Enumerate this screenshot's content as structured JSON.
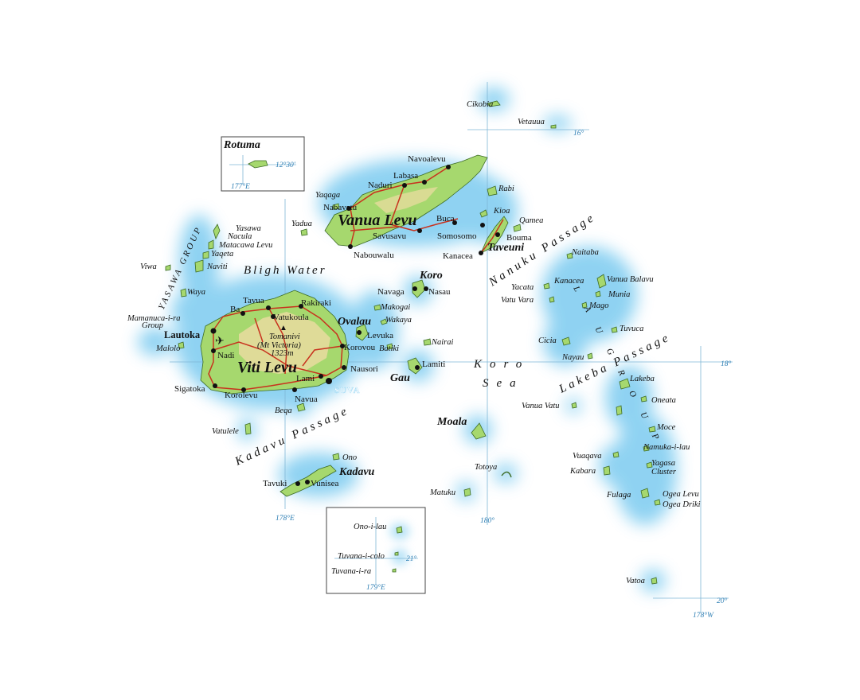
{
  "map": {
    "islands_main": {
      "viti_levu": "Viti Levu",
      "vanua_levu": "Vanua Levu",
      "taveuni": "Taveuni",
      "kadavu": "Kadavu",
      "koro": "Koro",
      "ovalau": "Ovalau",
      "gau": "Gau",
      "moala": "Moala"
    },
    "islands_small": {
      "cikobia": "Cikobia",
      "vetauua": "Vetauua",
      "rabi": "Rabi",
      "kioa": "Kioa",
      "qamea": "Qamea",
      "yaqaga": "Yaqaga",
      "yadua": "Yadua",
      "yasawa": "Yasawa",
      "nacula": "Nacula",
      "matacawa_levu": "Matacawa Levu",
      "yaqeta": "Yaqeta",
      "naviti": "Naviti",
      "viwa": "Viwa",
      "waya": "Waya",
      "mamanuca_1": "Mamanuca-i-ra",
      "mamanuca_2": "Group",
      "malolo": "Malolo",
      "makogai": "Makogai",
      "wakaya": "Wakaya",
      "batiki": "Batiki",
      "nairai": "Nairai",
      "beqa": "Beqa",
      "vatulele": "Vatulele",
      "ono": "Ono",
      "totoya": "Totoya",
      "matuku": "Matuku",
      "naitaba": "Naitaba",
      "kanacea_east": "Kanacea",
      "vanua_balavu": "Vanua Balavu",
      "munia": "Munia",
      "yacata": "Yacata",
      "vatu_vara": "Vatu Vara",
      "mago": "Mago",
      "tuvuca": "Tuvuca",
      "cicia": "Cicia",
      "nayau": "Nayau",
      "lakeba": "Lakeba",
      "oneata": "Oneata",
      "vanua_vatu": "Vanua Vatu",
      "moce": "Moce",
      "namuka": "Namuka-i-lau",
      "yagasa_1": "Yagasa",
      "yagasa_2": "Cluster",
      "vuaqava": "Vuaqava",
      "kabara": "Kabara",
      "fulaga": "Fulaga",
      "ogea_levu": "Ogea Levu",
      "ogea_driki": "Ogea Driki",
      "vatoa": "Vatoa"
    },
    "towns": {
      "navoalevu": "Navoalevu",
      "labasa": "Labasa",
      "naduri": "Naduri",
      "nabavatu": "Nabavatu",
      "buca": "Buca",
      "savusavu": "Savusavu",
      "somosomo": "Somosomo",
      "bouma": "Bouma",
      "kanacea": "Kanacea",
      "nabouwalu": "Nabouwalu",
      "navaga": "Navaga",
      "nasau": "Nasau",
      "levuka": "Levuka",
      "korovou": "Korovou",
      "lamiti": "Lamiti",
      "nausori": "Nausori",
      "lami": "Lami",
      "suva": "SUVA",
      "navua": "Navua",
      "korolevu": "Korolevu",
      "sigatoka": "Sigatoka",
      "nadi": "Nadi",
      "lautoka": "Lautoka",
      "ba": "Ba",
      "tavua": "Tavua",
      "vatukoula": "Vatukoula",
      "rakiraki": "Rakiraki",
      "tavuki": "Tavuki",
      "vunisea": "Vunisea"
    },
    "peak": {
      "name1": "Tomanivi",
      "name2": "(Mt Victoria)",
      "elevation": "1323m"
    },
    "water": {
      "bligh": "Bligh Water",
      "nanuku": "Nanuku Passage",
      "koro1": "Koro",
      "koro2": "Sea",
      "lakeba": "Lakeba Passage",
      "kadavu": "Kadavu Passage",
      "yasawa_group": "YASAWA GROUP",
      "lau_group": "L A U   G R O U P"
    },
    "coords": {
      "lat16": "16°",
      "lat18": "18°",
      "lat20": "20°",
      "lon178e": "178°E",
      "lon180": "180°",
      "lon178w": "178°W"
    },
    "inset_rotuma": {
      "title": "Rotuma",
      "lat": "12°30'",
      "lon": "177°E"
    },
    "inset_south": {
      "ono_i_lau": "Ono-i-lau",
      "tuvana_colo": "Tuvana-i-colo",
      "tuvana_ra": "Tuvana-i-ra",
      "lat": "21°",
      "lon": "179°E"
    },
    "colors": {
      "sea_glow": "#7ccbf0",
      "land": "#a6d86e",
      "highland": "#e9dca0",
      "roads": "#c8321e",
      "graticule": "#7fb6d6"
    }
  }
}
